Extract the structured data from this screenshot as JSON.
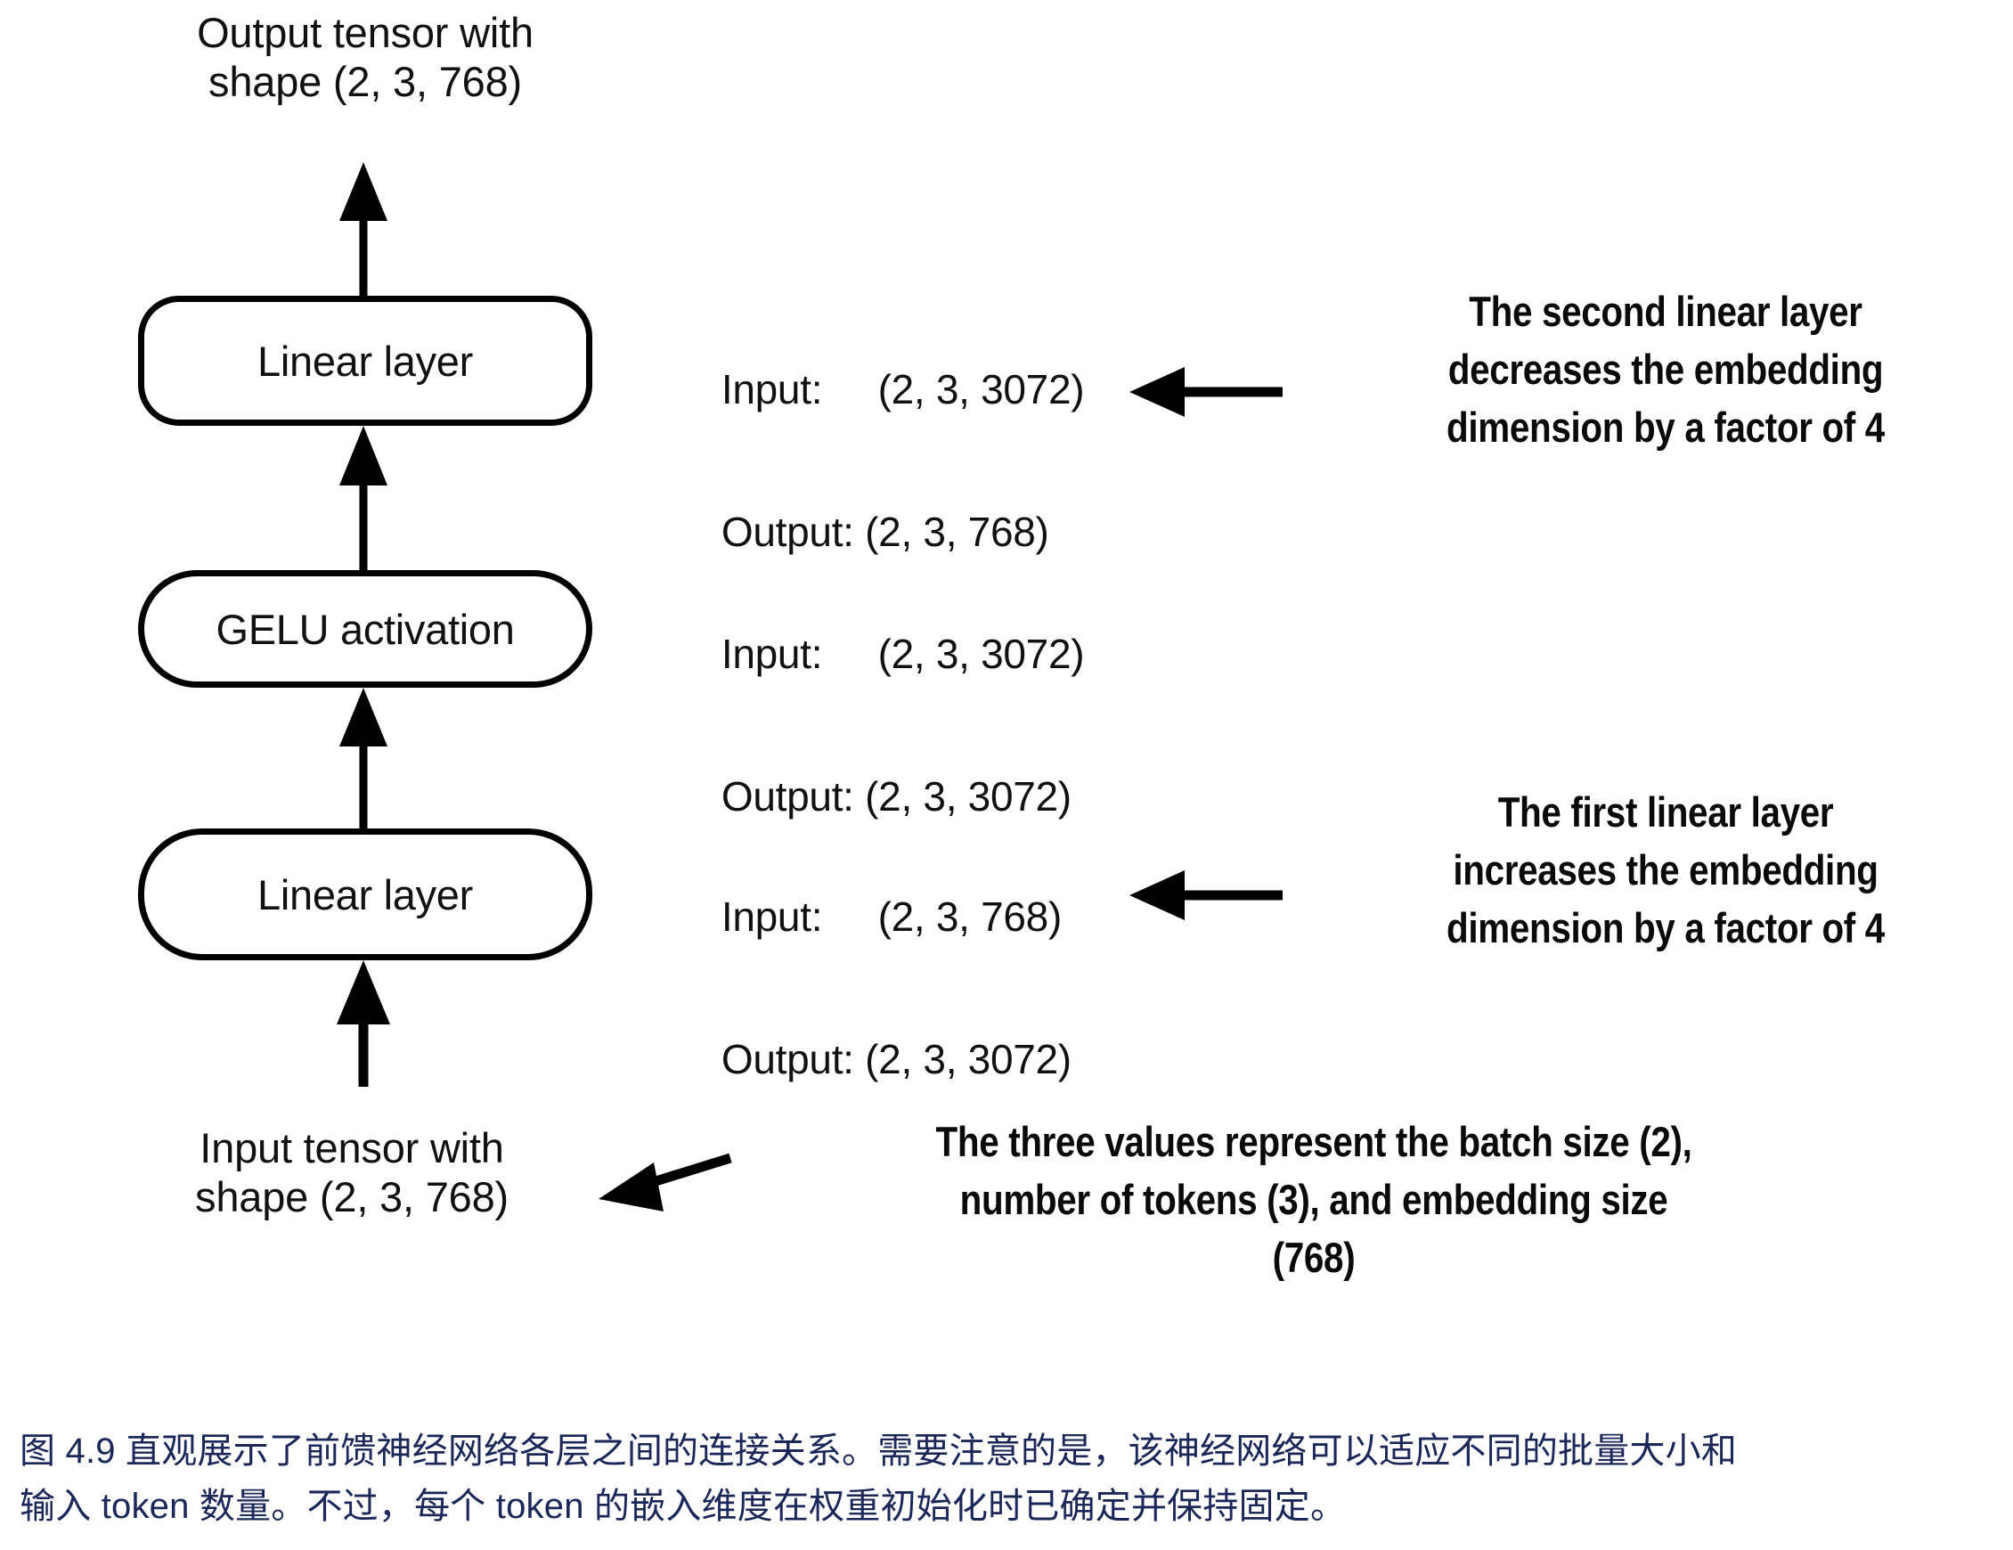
{
  "figure": {
    "top_label": "Output tensor with\nshape (2, 3, 768)",
    "bottom_label": "Input tensor with\nshape (2, 3, 768)",
    "nodes": [
      {
        "id": "linear-2",
        "label": "Linear layer"
      },
      {
        "id": "gelu",
        "label": "GELU activation"
      },
      {
        "id": "linear-1",
        "label": "Linear layer"
      }
    ],
    "io_specs": [
      {
        "for": "linear-2",
        "input_key": "Input:",
        "input_value": "(2, 3, 3072)",
        "output_key": "Output:",
        "output_value": "(2, 3, 768)"
      },
      {
        "for": "gelu",
        "input_key": "Input:",
        "input_value": "(2, 3, 3072)",
        "output_key": "Output:",
        "output_value": "(2, 3, 3072)"
      },
      {
        "for": "linear-1",
        "input_key": "Input:",
        "input_value": "(2, 3, 768)",
        "output_key": "Output:",
        "output_value": "(2, 3, 3072)"
      }
    ],
    "annotations": [
      {
        "id": "note-second-linear",
        "lines": [
          "The second linear layer",
          "decreases the embedding",
          "dimension by a factor of 4"
        ]
      },
      {
        "id": "note-first-linear",
        "lines": [
          "The first linear layer",
          "increases the embedding",
          "dimension by a factor of 4"
        ]
      },
      {
        "id": "note-three-values",
        "lines": [
          "The three values represent the batch size (2),",
          "number of tokens (3), and embedding size",
          "(768)"
        ]
      }
    ]
  },
  "caption": {
    "line1": "图 4.9 直观展示了前馈神经网络各层之间的连接关系。需要注意的是，该神经网络可以适应不同的批量大小和",
    "line2": "输入 token 数量。不过，每个 token 的嵌入维度在权重初始化时已确定并保持固定。"
  },
  "colors": {
    "stroke": "#000000",
    "text": "#111111",
    "caption": "#1b2659",
    "background": "#ffffff"
  }
}
